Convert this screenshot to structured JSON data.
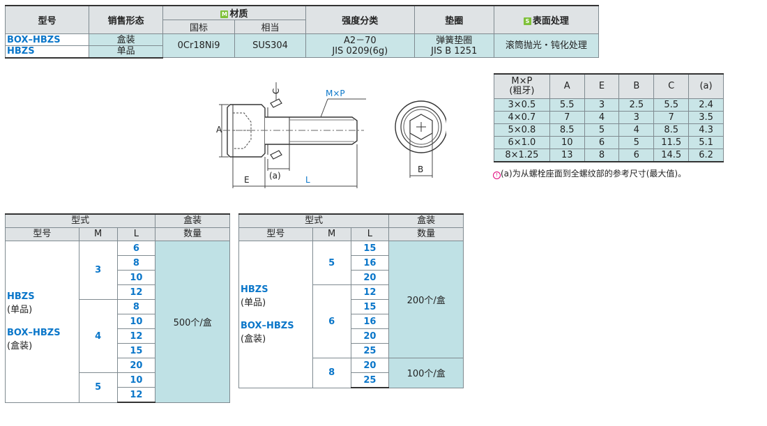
{
  "spec": {
    "headers": {
      "model": "型号",
      "sales_form": "销售形态",
      "material": "材质",
      "material_badge": "M",
      "material_std": "国标",
      "material_equiv": "相当",
      "strength": "强度分类",
      "washer": "垫圈",
      "surface": "表面处理",
      "surface_badge": "S"
    },
    "rows": [
      {
        "model": "BOX–HBZS",
        "sales_form": "盒装"
      },
      {
        "model": "HBZS",
        "sales_form": "单品"
      }
    ],
    "material_std": "0Cr18Ni9",
    "material_equiv": "SUS304",
    "strength_line1": "A2－70",
    "strength_line2": "JIS 0209(6g)",
    "washer_line1": "弹簧垫圈",
    "washer_line2": "JIS B 1251",
    "surface": "滚筒抛光・钝化处理",
    "colors": {
      "model_blue": "#0a76c9",
      "cell_teal": "#c9e5e7",
      "badge_green": "#7fc13a"
    }
  },
  "dims": {
    "headers": {
      "mp_line1": "M×P",
      "mp_line2": "(粗牙)",
      "a": "A",
      "e": "E",
      "b": "B",
      "c": "C",
      "ap": "(a)"
    },
    "rows": [
      {
        "mp": "3×0.5",
        "a": "5.5",
        "e": "3",
        "b": "2.5",
        "c": "5.5",
        "ap": "2.4"
      },
      {
        "mp": "4×0.7",
        "a": "7",
        "e": "4",
        "b": "3",
        "c": "7",
        "ap": "3.5"
      },
      {
        "mp": "5×0.8",
        "a": "8.5",
        "e": "5",
        "b": "4",
        "c": "8.5",
        "ap": "4.3"
      },
      {
        "mp": "6×1.0",
        "a": "10",
        "e": "6",
        "b": "5",
        "c": "11.5",
        "ap": "5.1"
      },
      {
        "mp": "8×1.25",
        "a": "13",
        "e": "8",
        "b": "6",
        "c": "14.5",
        "ap": "6.2"
      }
    ],
    "note_mark": "!",
    "note": "(a)为从螺栓座面到全螺纹部的参考尺寸(最大值)。"
  },
  "drawing": {
    "mp": "M×P",
    "a": "A",
    "c": "C",
    "ap": "(a)",
    "e": "E",
    "l": "L",
    "b": "B"
  },
  "order": {
    "headers": {
      "type": "型式",
      "model": "型号",
      "m": "M",
      "l": "L",
      "box_line1": "盒装",
      "box_line2": "数量"
    },
    "left": {
      "model1": "HBZS",
      "pack1": "(单品)",
      "model2": "BOX–HBZS",
      "pack2": "(盒装)",
      "groups": [
        {
          "m": "3",
          "ls": [
            "6",
            "8",
            "10",
            "12"
          ]
        },
        {
          "m": "4",
          "ls": [
            "8",
            "10",
            "12",
            "15",
            "20"
          ]
        },
        {
          "m": "5",
          "ls": [
            "10",
            "12"
          ]
        }
      ],
      "qty": "500个/盒"
    },
    "right": {
      "model1": "HBZS",
      "pack1": "(单品)",
      "model2": "BOX–HBZS",
      "pack2": "(盒装)",
      "groups": [
        {
          "m": "5",
          "ls": [
            "15",
            "16",
            "20"
          ]
        },
        {
          "m": "6",
          "ls": [
            "12",
            "15",
            "16",
            "20",
            "25"
          ]
        },
        {
          "m": "8",
          "ls": [
            "20",
            "25"
          ]
        }
      ],
      "qty1": "200个/盒",
      "qty2": "100个/盒"
    }
  }
}
